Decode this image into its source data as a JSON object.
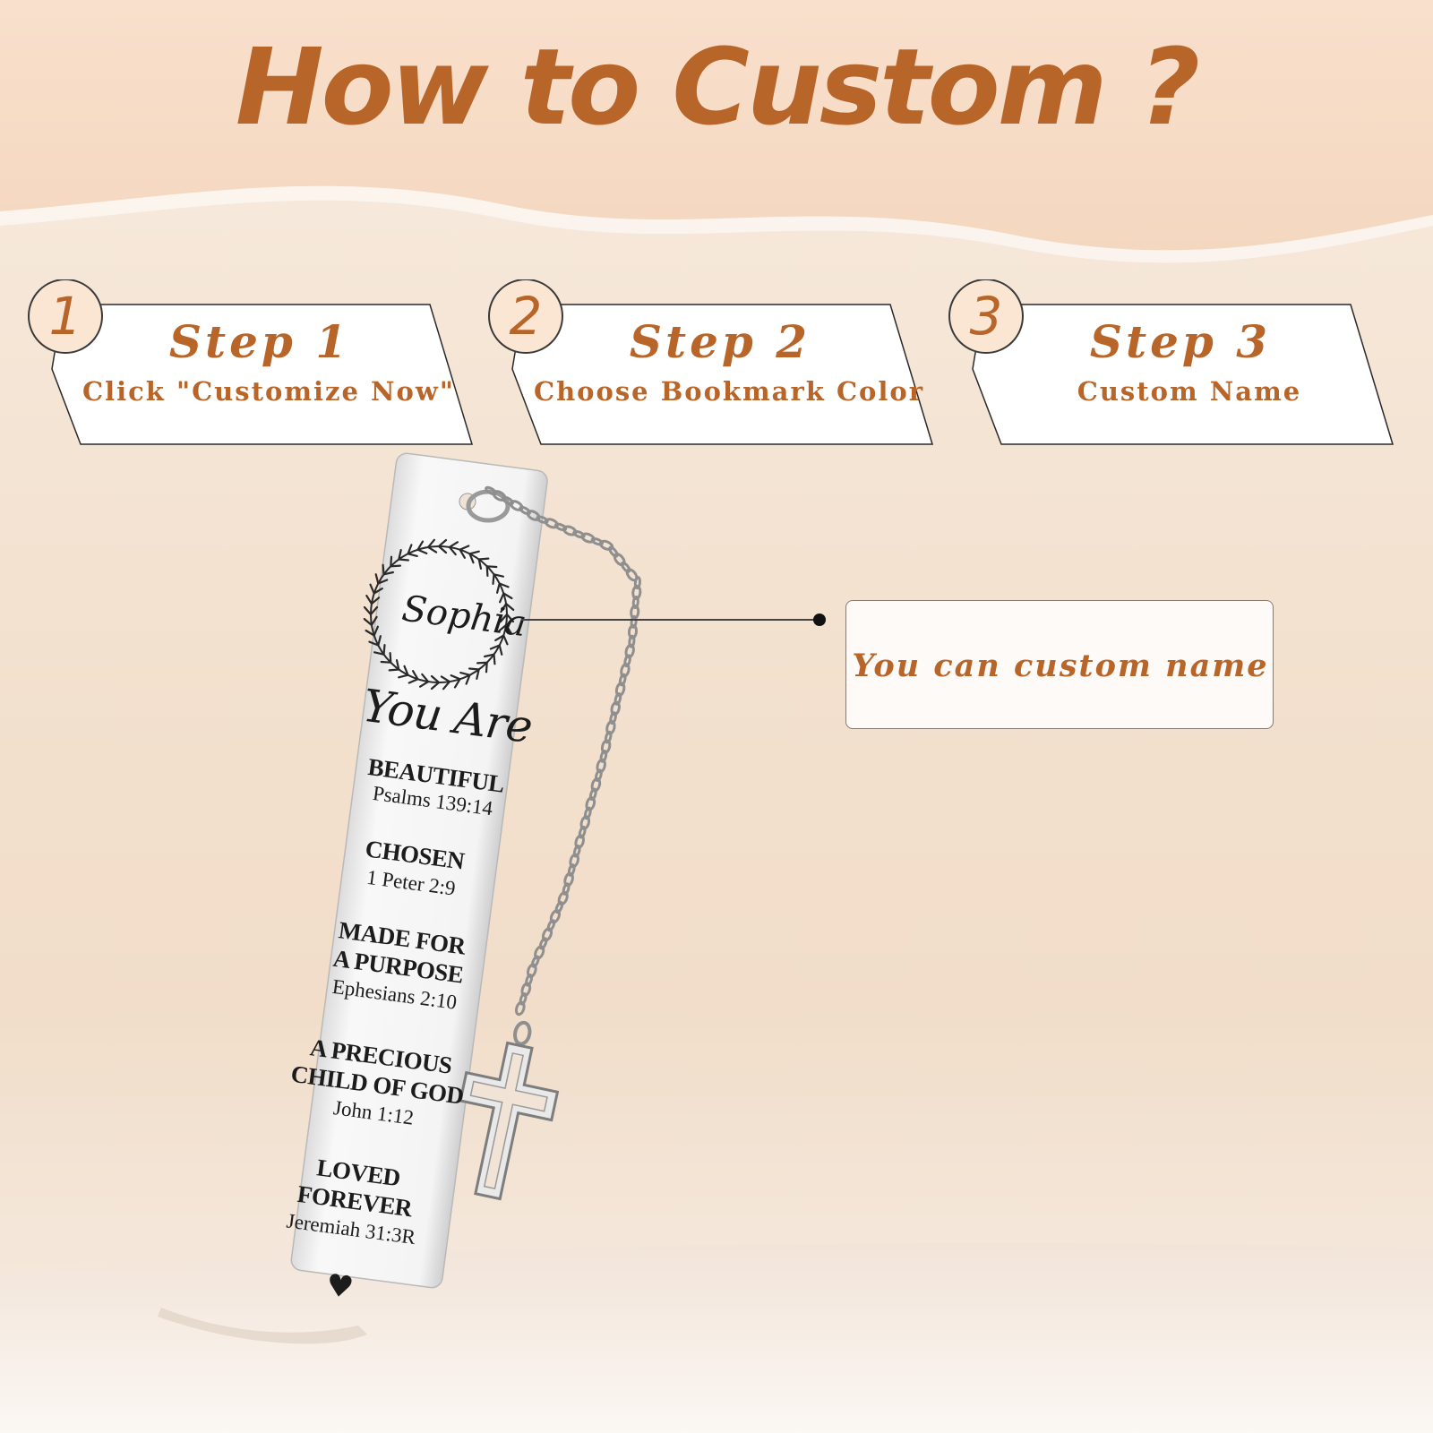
{
  "title": "How to Custom ?",
  "steps": [
    {
      "number": "1",
      "title": "Step 1",
      "description": "Click \"Customize Now\""
    },
    {
      "number": "2",
      "title": "Step 2",
      "description": "Choose Bookmark Color"
    },
    {
      "number": "3",
      "title": "Step 3",
      "description": "Custom Name"
    }
  ],
  "callout": {
    "text": "You can custom name"
  },
  "bookmark": {
    "name": "Sophia",
    "heading": "You Are",
    "entries": [
      {
        "label": "BEAUTIFUL",
        "verse": "Psalms 139:14"
      },
      {
        "label": "CHOSEN",
        "verse": "1 Peter 2:9"
      },
      {
        "label_line1": "MADE FOR",
        "label_line2": "A PURPOSE",
        "verse": "Ephesians 2:10"
      },
      {
        "label_line1": "A PRECIOUS",
        "label_line2": "CHILD OF GOD",
        "verse": "John 1:12"
      },
      {
        "label_line1": "LOVED",
        "label_line2": "FOREVER",
        "verse": "Jeremiah 31:3R"
      }
    ],
    "heart": "♥"
  },
  "colors": {
    "accent": "#b8652a",
    "background": "#f3e1cf",
    "bookmark": "#f4f4f4"
  }
}
